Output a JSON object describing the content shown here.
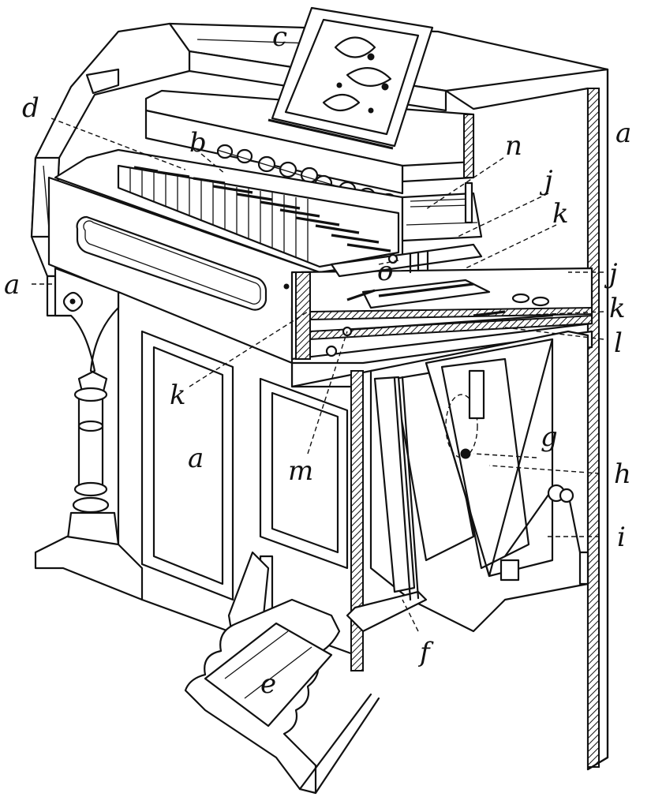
{
  "labels": {
    "a": "a",
    "b": "b",
    "c": "c",
    "d": "d",
    "e": "e",
    "f": "f",
    "g": "g",
    "h": "h",
    "i": "i",
    "j": "j",
    "k": "k",
    "l": "l",
    "m": "m",
    "n": "n",
    "o": "o"
  }
}
